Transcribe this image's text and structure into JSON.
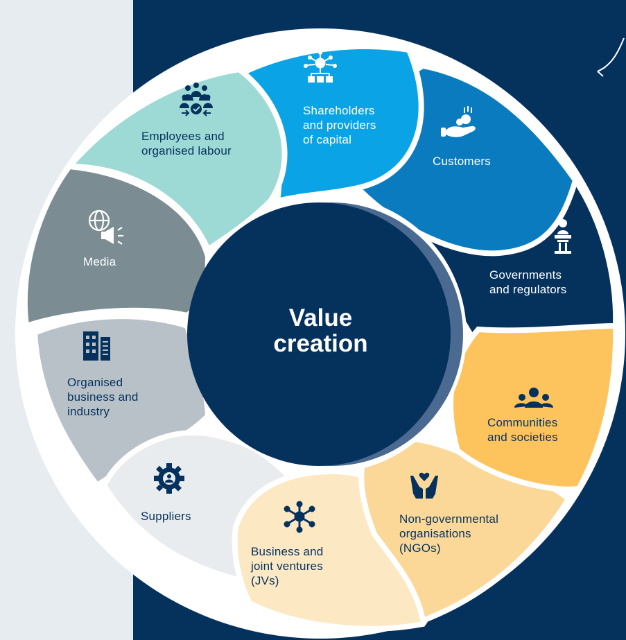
{
  "diagram": {
    "center": {
      "line1": "Value",
      "line2": "creation"
    },
    "colors": {
      "background_dark": "#05325d",
      "background_light": "#e6ecf0",
      "center_circle": "#05325d",
      "center_shadow": "#4a6a91"
    },
    "stakeholders": [
      {
        "key": "shareholders",
        "icon": "network-hierarchy-icon",
        "color": "#0aa4e6",
        "lines": [
          "Shareholders",
          "and providers",
          "of capital"
        ]
      },
      {
        "key": "customers",
        "icon": "hand-coins-icon",
        "color": "#0b7bc0",
        "lines": [
          "Customers"
        ]
      },
      {
        "key": "governments",
        "icon": "podium-speaker-icon",
        "color": "#05325d",
        "lines": [
          "Governments",
          "and regulators"
        ]
      },
      {
        "key": "communities",
        "icon": "people-group-icon",
        "color": "#fdc45e",
        "lines": [
          "Communities",
          "and societies"
        ]
      },
      {
        "key": "ngos",
        "icon": "hands-heart-icon",
        "color": "#fbd898",
        "lines": [
          "Non-governmental",
          "organisations",
          "(NGOs)"
        ]
      },
      {
        "key": "business_jvs",
        "icon": "network-nodes-icon",
        "color": "#fde8c4",
        "lines": [
          "Business and",
          "joint ventures",
          "(JVs)"
        ]
      },
      {
        "key": "suppliers",
        "icon": "gear-person-icon",
        "color": "#e9ecee",
        "lines": [
          "Suppliers"
        ]
      },
      {
        "key": "organised_business",
        "icon": "buildings-icon",
        "color": "#b8c0c8",
        "lines": [
          "Organised",
          "business and",
          "industry"
        ]
      },
      {
        "key": "media",
        "icon": "globe-megaphone-icon",
        "color": "#7b8c93",
        "lines": [
          "Media"
        ]
      },
      {
        "key": "employees",
        "icon": "employees-group-icon",
        "color": "#9dd9d5",
        "lines": [
          "Employees and",
          "organised labour"
        ]
      }
    ]
  }
}
